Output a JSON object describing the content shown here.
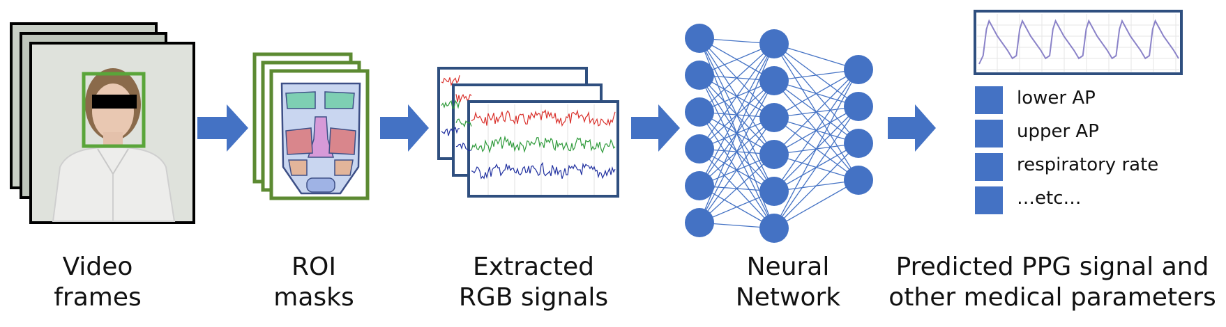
{
  "stages": [
    {
      "id": "video",
      "lines": [
        "Video",
        "frames"
      ]
    },
    {
      "id": "roi",
      "lines": [
        "ROI",
        "masks"
      ]
    },
    {
      "id": "rgb",
      "lines": [
        "Extracted",
        "RGB signals"
      ]
    },
    {
      "id": "nn",
      "lines": [
        "Neural",
        "Network"
      ]
    },
    {
      "id": "pred",
      "lines": [
        "Predicted PPG signal and",
        "other medical parameters"
      ]
    }
  ],
  "outputs": [
    "lower AP",
    "upper AP",
    "respiratory rate",
    "…etc…"
  ],
  "network": {
    "layers": [
      6,
      6,
      4
    ]
  },
  "colors": {
    "arrow": "#4472C4",
    "node": "#4472C4",
    "frame_border": "#000000",
    "roi_border": "#5C8A32",
    "signal_border": "#2F4F7F",
    "red_signal": "#D9302B",
    "green_signal": "#2E9A3A",
    "blue_signal": "#1F2F9F",
    "ppg_line": "#8A82C8"
  }
}
